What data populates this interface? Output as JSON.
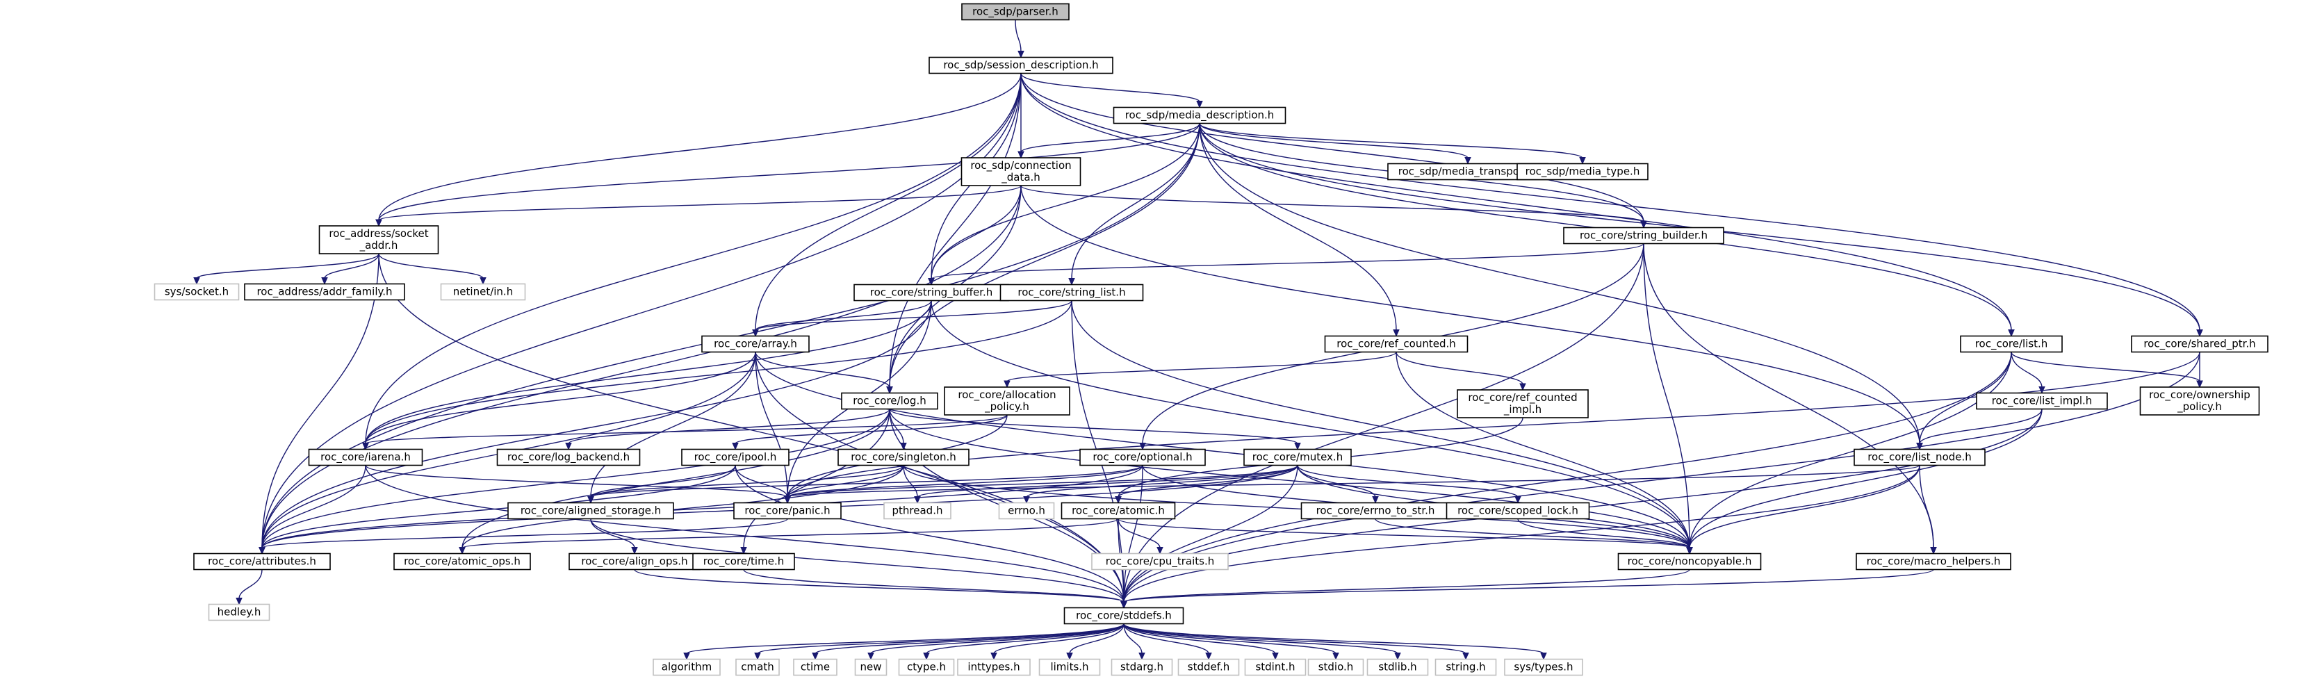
{
  "diagram": {
    "type": "include-dependency-graph",
    "nodes": [
      {
        "id": "parser",
        "lines": [
          "roc_sdp/parser.h"
        ],
        "kind": "root"
      },
      {
        "id": "session",
        "lines": [
          "roc_sdp/session_description.h"
        ],
        "kind": "header"
      },
      {
        "id": "media_desc",
        "lines": [
          "roc_sdp/media_description.h"
        ],
        "kind": "header"
      },
      {
        "id": "conn_data",
        "lines": [
          "roc_sdp/connection",
          "_data.h"
        ],
        "kind": "header"
      },
      {
        "id": "media_transport",
        "lines": [
          "roc_sdp/media_transport.h"
        ],
        "kind": "header"
      },
      {
        "id": "media_type",
        "lines": [
          "roc_sdp/media_type.h"
        ],
        "kind": "header"
      },
      {
        "id": "socket_addr",
        "lines": [
          "roc_address/socket",
          "_addr.h"
        ],
        "kind": "header"
      },
      {
        "id": "sys_socket",
        "lines": [
          "sys/socket.h"
        ],
        "kind": "system"
      },
      {
        "id": "addr_family",
        "lines": [
          "roc_address/addr_family.h"
        ],
        "kind": "header"
      },
      {
        "id": "netinet",
        "lines": [
          "netinet/in.h"
        ],
        "kind": "system"
      },
      {
        "id": "string_builder",
        "lines": [
          "roc_core/string_builder.h"
        ],
        "kind": "header"
      },
      {
        "id": "string_buffer",
        "lines": [
          "roc_core/string_buffer.h"
        ],
        "kind": "header"
      },
      {
        "id": "string_list",
        "lines": [
          "roc_core/string_list.h"
        ],
        "kind": "header"
      },
      {
        "id": "array",
        "lines": [
          "roc_core/array.h"
        ],
        "kind": "header"
      },
      {
        "id": "ref_counted",
        "lines": [
          "roc_core/ref_counted.h"
        ],
        "kind": "header"
      },
      {
        "id": "ref_counted_impl",
        "lines": [
          "roc_core/ref_counted",
          "_impl.h"
        ],
        "kind": "header"
      },
      {
        "id": "list",
        "lines": [
          "roc_core/list.h"
        ],
        "kind": "header"
      },
      {
        "id": "shared_ptr",
        "lines": [
          "roc_core/shared_ptr.h"
        ],
        "kind": "header"
      },
      {
        "id": "list_impl",
        "lines": [
          "roc_core/list_impl.h"
        ],
        "kind": "header"
      },
      {
        "id": "ownership",
        "lines": [
          "roc_core/ownership",
          "_policy.h"
        ],
        "kind": "header"
      },
      {
        "id": "log",
        "lines": [
          "roc_core/log.h"
        ],
        "kind": "header"
      },
      {
        "id": "allocation",
        "lines": [
          "roc_core/allocation",
          "_policy.h"
        ],
        "kind": "header"
      },
      {
        "id": "iarena",
        "lines": [
          "roc_core/iarena.h"
        ],
        "kind": "header"
      },
      {
        "id": "log_backend",
        "lines": [
          "roc_core/log_backend.h"
        ],
        "kind": "header"
      },
      {
        "id": "ipool",
        "lines": [
          "roc_core/ipool.h"
        ],
        "kind": "header"
      },
      {
        "id": "singleton",
        "lines": [
          "roc_core/singleton.h"
        ],
        "kind": "header"
      },
      {
        "id": "mutex",
        "lines": [
          "roc_core/mutex.h"
        ],
        "kind": "header"
      },
      {
        "id": "optional",
        "lines": [
          "roc_core/optional.h"
        ],
        "kind": "header"
      },
      {
        "id": "list_node",
        "lines": [
          "roc_core/list_node.h"
        ],
        "kind": "header"
      },
      {
        "id": "aligned_storage",
        "lines": [
          "roc_core/aligned_storage.h"
        ],
        "kind": "header"
      },
      {
        "id": "panic",
        "lines": [
          "roc_core/panic.h"
        ],
        "kind": "header"
      },
      {
        "id": "pthread",
        "lines": [
          "pthread.h"
        ],
        "kind": "system"
      },
      {
        "id": "errno",
        "lines": [
          "errno.h"
        ],
        "kind": "system"
      },
      {
        "id": "atomic",
        "lines": [
          "roc_core/atomic.h"
        ],
        "kind": "header"
      },
      {
        "id": "errno_to_str",
        "lines": [
          "roc_core/errno_to_str.h"
        ],
        "kind": "header"
      },
      {
        "id": "scoped_lock",
        "lines": [
          "roc_core/scoped_lock.h"
        ],
        "kind": "header"
      },
      {
        "id": "attributes",
        "lines": [
          "roc_core/attributes.h"
        ],
        "kind": "header"
      },
      {
        "id": "align_ops",
        "lines": [
          "roc_core/align_ops.h"
        ],
        "kind": "header"
      },
      {
        "id": "atomic_ops",
        "lines": [
          "roc_core/atomic_ops.h"
        ],
        "kind": "header"
      },
      {
        "id": "cpu_traits",
        "lines": [
          "roc_core/cpu_traits.h"
        ],
        "kind": "system"
      },
      {
        "id": "noncopyable",
        "lines": [
          "roc_core/noncopyable.h"
        ],
        "kind": "header"
      },
      {
        "id": "macro_helpers",
        "lines": [
          "roc_core/macro_helpers.h"
        ],
        "kind": "header"
      },
      {
        "id": "time",
        "lines": [
          "roc_core/time.h"
        ],
        "kind": "header"
      },
      {
        "id": "hedley",
        "lines": [
          "hedley.h"
        ],
        "kind": "system"
      },
      {
        "id": "stddefs",
        "lines": [
          "roc_core/stddefs.h"
        ],
        "kind": "header"
      },
      {
        "id": "algorithm",
        "lines": [
          "algorithm"
        ],
        "kind": "system"
      },
      {
        "id": "cmath",
        "lines": [
          "cmath"
        ],
        "kind": "system"
      },
      {
        "id": "ctime",
        "lines": [
          "ctime"
        ],
        "kind": "system"
      },
      {
        "id": "new",
        "lines": [
          "new"
        ],
        "kind": "system"
      },
      {
        "id": "ctype",
        "lines": [
          "ctype.h"
        ],
        "kind": "system"
      },
      {
        "id": "inttypes",
        "lines": [
          "inttypes.h"
        ],
        "kind": "system"
      },
      {
        "id": "limits",
        "lines": [
          "limits.h"
        ],
        "kind": "system"
      },
      {
        "id": "stdarg",
        "lines": [
          "stdarg.h"
        ],
        "kind": "system"
      },
      {
        "id": "stddef",
        "lines": [
          "stddef.h"
        ],
        "kind": "system"
      },
      {
        "id": "stdint",
        "lines": [
          "stdint.h"
        ],
        "kind": "system"
      },
      {
        "id": "stdio",
        "lines": [
          "stdio.h"
        ],
        "kind": "system"
      },
      {
        "id": "stdlib",
        "lines": [
          "stdlib.h"
        ],
        "kind": "system"
      },
      {
        "id": "string",
        "lines": [
          "string.h"
        ],
        "kind": "system"
      },
      {
        "id": "sys_types",
        "lines": [
          "sys/types.h"
        ],
        "kind": "system"
      }
    ],
    "edges": [
      [
        "parser",
        "session"
      ],
      [
        "session",
        "media_desc"
      ],
      [
        "session",
        "conn_data"
      ],
      [
        "session",
        "socket_addr"
      ],
      [
        "session",
        "string_builder"
      ],
      [
        "session",
        "string_buffer"
      ],
      [
        "session",
        "array"
      ],
      [
        "session",
        "iarena"
      ],
      [
        "session",
        "list"
      ],
      [
        "session",
        "shared_ptr"
      ],
      [
        "session",
        "attributes"
      ],
      [
        "session",
        "log"
      ],
      [
        "media_desc",
        "conn_data"
      ],
      [
        "media_desc",
        "media_transport"
      ],
      [
        "media_desc",
        "media_type"
      ],
      [
        "media_desc",
        "socket_addr"
      ],
      [
        "media_desc",
        "string_builder"
      ],
      [
        "media_desc",
        "string_buffer"
      ],
      [
        "media_desc",
        "string_list"
      ],
      [
        "media_desc",
        "ref_counted"
      ],
      [
        "media_desc",
        "list"
      ],
      [
        "media_desc",
        "list_node"
      ],
      [
        "media_desc",
        "shared_ptr"
      ],
      [
        "media_desc",
        "log"
      ],
      [
        "media_desc",
        "attributes"
      ],
      [
        "conn_data",
        "socket_addr"
      ],
      [
        "conn_data",
        "string_builder"
      ],
      [
        "conn_data",
        "string_buffer"
      ],
      [
        "conn_data",
        "log"
      ],
      [
        "conn_data",
        "attributes"
      ],
      [
        "conn_data",
        "list_node"
      ],
      [
        "socket_addr",
        "sys_socket"
      ],
      [
        "socket_addr",
        "addr_family"
      ],
      [
        "socket_addr",
        "netinet"
      ],
      [
        "socket_addr",
        "attributes"
      ],
      [
        "socket_addr",
        "stddefs"
      ],
      [
        "string_builder",
        "string_buffer"
      ],
      [
        "string_builder",
        "noncopyable"
      ],
      [
        "string_builder",
        "optional"
      ],
      [
        "string_builder",
        "macro_helpers"
      ],
      [
        "string_builder",
        "stddefs"
      ],
      [
        "string_buffer",
        "array"
      ],
      [
        "string_buffer",
        "iarena"
      ],
      [
        "string_buffer",
        "noncopyable"
      ],
      [
        "string_buffer",
        "attributes"
      ],
      [
        "string_buffer",
        "panic"
      ],
      [
        "string_list",
        "array"
      ],
      [
        "string_list",
        "iarena"
      ],
      [
        "string_list",
        "noncopyable"
      ],
      [
        "string_list",
        "stddefs"
      ],
      [
        "array",
        "log"
      ],
      [
        "array",
        "iarena"
      ],
      [
        "array",
        "panic"
      ],
      [
        "array",
        "noncopyable"
      ],
      [
        "array",
        "aligned_storage"
      ],
      [
        "array",
        "attributes"
      ],
      [
        "array",
        "stddefs"
      ],
      [
        "ref_counted",
        "allocation"
      ],
      [
        "ref_counted",
        "ref_counted_impl"
      ],
      [
        "ref_counted",
        "noncopyable"
      ],
      [
        "ref_counted_impl",
        "atomic"
      ],
      [
        "list",
        "list_impl"
      ],
      [
        "list",
        "list_node"
      ],
      [
        "list",
        "ownership"
      ],
      [
        "list",
        "noncopyable"
      ],
      [
        "list",
        "stddefs"
      ],
      [
        "shared_ptr",
        "ownership"
      ],
      [
        "shared_ptr",
        "panic"
      ],
      [
        "shared_ptr",
        "stddefs"
      ],
      [
        "list_impl",
        "list_node"
      ],
      [
        "list_impl",
        "noncopyable"
      ],
      [
        "list_impl",
        "stddefs"
      ],
      [
        "log",
        "log_backend"
      ],
      [
        "log",
        "singleton"
      ],
      [
        "log",
        "mutex"
      ],
      [
        "log",
        "attributes"
      ],
      [
        "log",
        "time"
      ],
      [
        "log",
        "atomic_ops"
      ],
      [
        "log",
        "noncopyable"
      ],
      [
        "log",
        "stddefs"
      ],
      [
        "allocation",
        "iarena"
      ],
      [
        "allocation",
        "ipool"
      ],
      [
        "allocation",
        "panic"
      ],
      [
        "iarena",
        "panic"
      ],
      [
        "iarena",
        "attributes"
      ],
      [
        "iarena",
        "stddefs"
      ],
      [
        "ipool",
        "aligned_storage"
      ],
      [
        "ipool",
        "attributes"
      ],
      [
        "ipool",
        "panic"
      ],
      [
        "ipool",
        "stddefs"
      ],
      [
        "singleton",
        "aligned_storage"
      ],
      [
        "singleton",
        "panic"
      ],
      [
        "singleton",
        "pthread"
      ],
      [
        "singleton",
        "atomic_ops"
      ],
      [
        "singleton",
        "noncopyable"
      ],
      [
        "mutex",
        "panic"
      ],
      [
        "mutex",
        "errno_to_str"
      ],
      [
        "mutex",
        "scoped_lock"
      ],
      [
        "mutex",
        "atomic"
      ],
      [
        "mutex",
        "pthread"
      ],
      [
        "mutex",
        "errno"
      ],
      [
        "mutex",
        "attributes"
      ],
      [
        "mutex",
        "noncopyable"
      ],
      [
        "mutex",
        "stddefs"
      ],
      [
        "optional",
        "panic"
      ],
      [
        "optional",
        "noncopyable"
      ],
      [
        "optional",
        "aligned_storage"
      ],
      [
        "optional",
        "stddefs"
      ],
      [
        "optional",
        "attributes"
      ],
      [
        "list_node",
        "panic"
      ],
      [
        "list_node",
        "noncopyable"
      ],
      [
        "list_node",
        "macro_helpers"
      ],
      [
        "list_node",
        "stddefs"
      ],
      [
        "aligned_storage",
        "align_ops"
      ],
      [
        "aligned_storage",
        "stddefs"
      ],
      [
        "panic",
        "attributes"
      ],
      [
        "atomic",
        "atomic_ops"
      ],
      [
        "atomic",
        "cpu_traits"
      ],
      [
        "atomic",
        "noncopyable"
      ],
      [
        "atomic",
        "stddefs"
      ],
      [
        "errno_to_str",
        "noncopyable"
      ],
      [
        "scoped_lock",
        "noncopyable"
      ],
      [
        "attributes",
        "hedley"
      ],
      [
        "align_ops",
        "stddefs"
      ],
      [
        "macro_helpers",
        "stddefs"
      ],
      [
        "time",
        "stddefs"
      ],
      [
        "noncopyable",
        "stddefs"
      ],
      [
        "stddefs",
        "algorithm"
      ],
      [
        "stddefs",
        "cmath"
      ],
      [
        "stddefs",
        "ctime"
      ],
      [
        "stddefs",
        "new"
      ],
      [
        "stddefs",
        "ctype"
      ],
      [
        "stddefs",
        "inttypes"
      ],
      [
        "stddefs",
        "limits"
      ],
      [
        "stddefs",
        "stdarg"
      ],
      [
        "stddefs",
        "stddef"
      ],
      [
        "stddefs",
        "stdint"
      ],
      [
        "stddefs",
        "stdio"
      ],
      [
        "stddefs",
        "stdlib"
      ],
      [
        "stddefs",
        "string"
      ],
      [
        "stddefs",
        "sys_types"
      ]
    ]
  }
}
